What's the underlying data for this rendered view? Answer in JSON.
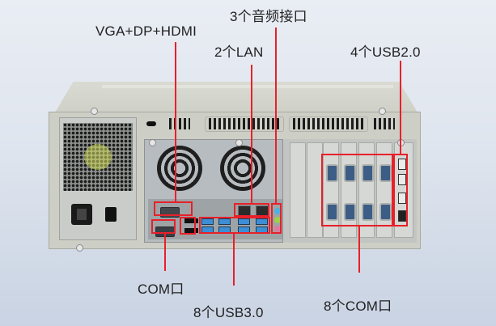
{
  "image": {
    "subject": "Industrial PC rear panel with port callouts",
    "accent_color": "#e8202a",
    "background_color": "#dfe5ee"
  },
  "callouts": {
    "video": "VGA+DP+HDMI",
    "audio": "3个音频接口",
    "lan": "2个LAN",
    "usb2": "4个USB2.0",
    "com_onboard": "COM口",
    "usb3": "8个USB3.0",
    "com_expansion": "8个COM口"
  }
}
